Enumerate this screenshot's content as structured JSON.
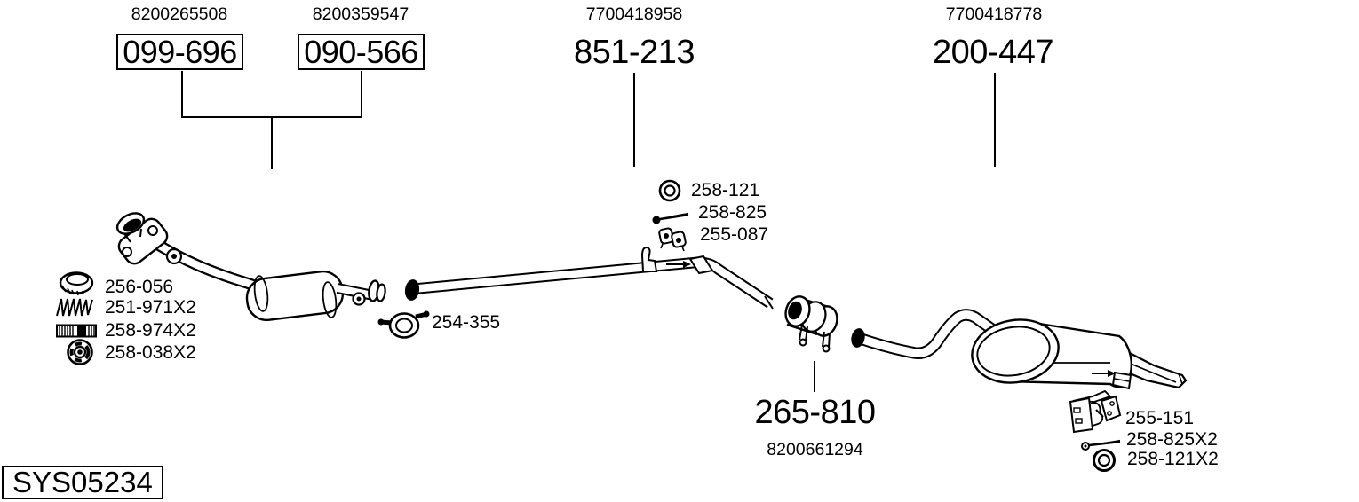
{
  "system_id": "SYS05234",
  "colors": {
    "line": "#000000",
    "background": "#ffffff"
  },
  "top_groups": [
    {
      "oem": "8200265508",
      "part": "099-696",
      "boxed": true
    },
    {
      "oem": "8200359547",
      "part": "090-566",
      "boxed": true
    },
    {
      "oem": "7700418958",
      "part": "851-213",
      "boxed": false
    },
    {
      "oem": "7700418778",
      "part": "200-447",
      "boxed": false
    }
  ],
  "front_parts": [
    {
      "part": "256-056",
      "icon": "gasket-ring-icon"
    },
    {
      "part": "251-971X2",
      "icon": "spring-icon"
    },
    {
      "part": "258-974X2",
      "icon": "bolt-stud-icon"
    },
    {
      "part": "258-038X2",
      "icon": "nut-icon"
    }
  ],
  "center_parts": [
    {
      "part": "258-121",
      "icon": "washer-icon"
    },
    {
      "part": "258-825",
      "icon": "bolt-icon"
    },
    {
      "part": "255-087",
      "icon": "rubber-mount-icon"
    }
  ],
  "clamp_part": {
    "part": "254-355",
    "icon": "pipe-clamp-icon"
  },
  "center_connector": {
    "part": "265-810",
    "oem": "8200661294"
  },
  "rear_parts": [
    {
      "part": "255-151",
      "icon": "hanger-bracket-icon"
    },
    {
      "part": "258-825X2",
      "icon": "long-bolt-icon"
    },
    {
      "part": "258-121X2",
      "icon": "washer-large-icon"
    }
  ]
}
